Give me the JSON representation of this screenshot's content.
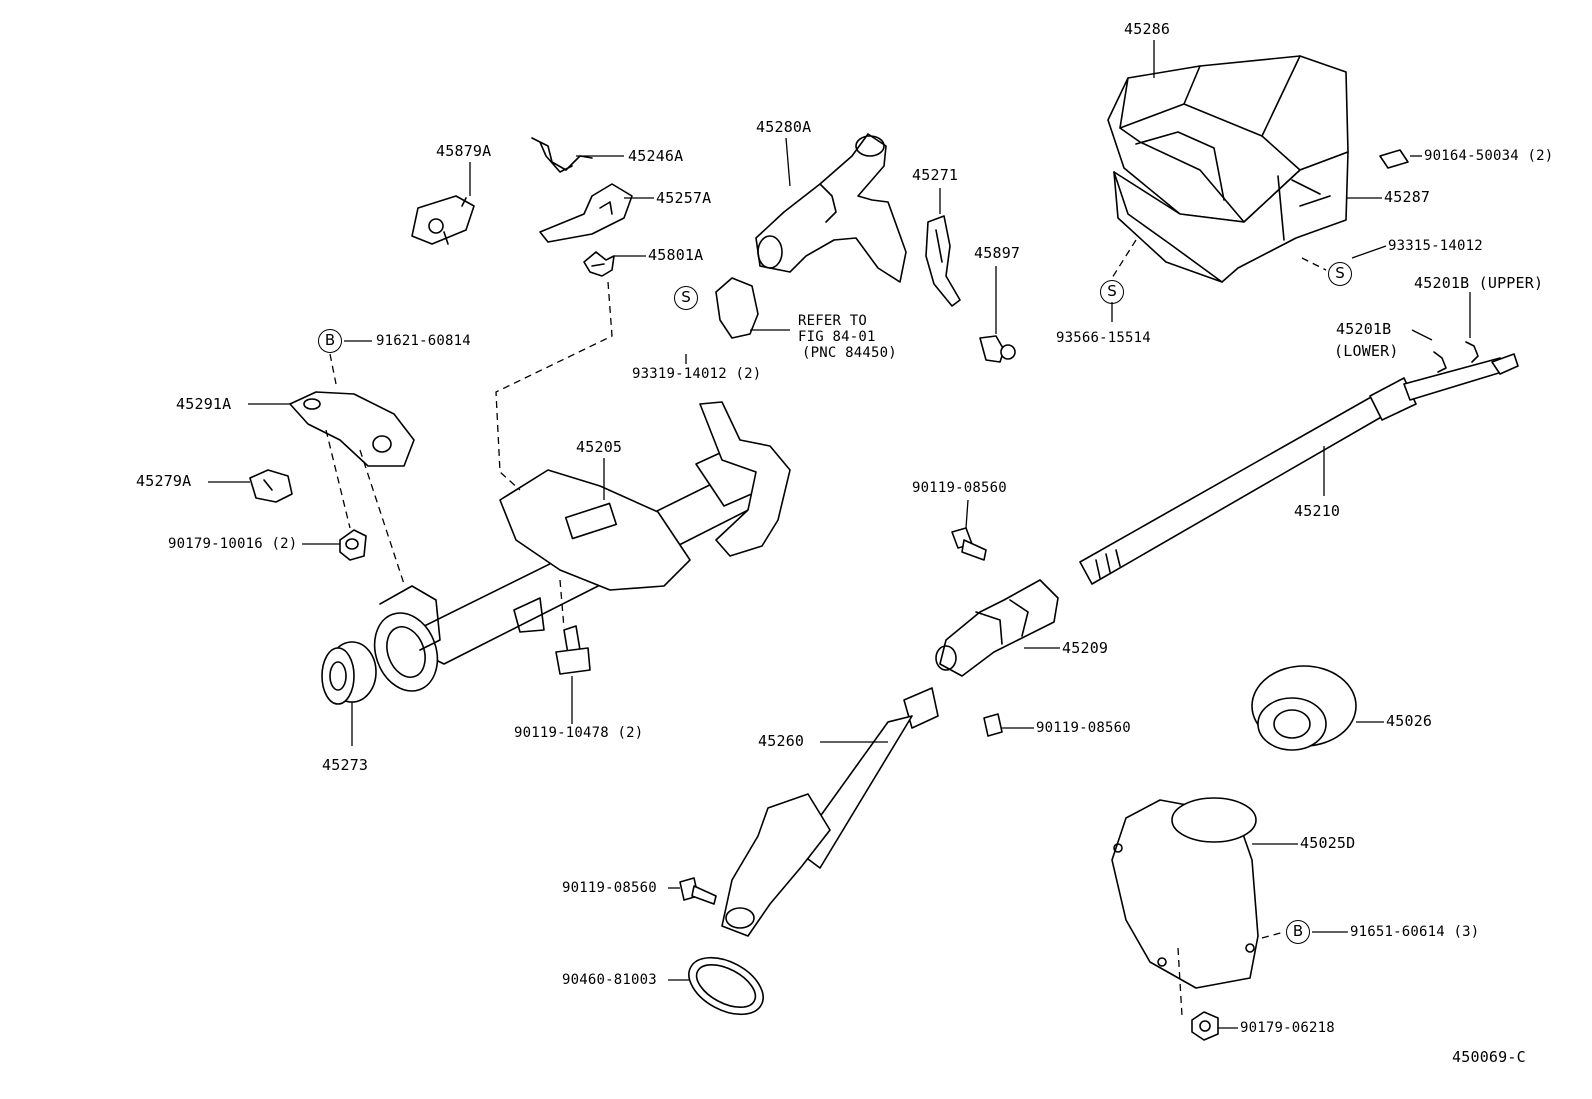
{
  "diagram": {
    "code": "450069-C",
    "parts": {
      "p45286": "45286",
      "p90164": "90164-50034 (2)",
      "p45287": "45287",
      "p93315": "93315-14012",
      "p45201b_upper": "45201B (UPPER)",
      "p45201b_lower_num": "45201B",
      "p45201b_lower_txt": "(LOWER)",
      "p93566": "93566-15514",
      "p45879a": "45879A",
      "p45246a": "45246A",
      "p45257a": "45257A",
      "p45801a": "45801A",
      "p45280a": "45280A",
      "p45271": "45271",
      "p45897": "45897",
      "refer1": "REFER TO",
      "refer2": "FIG 84-01",
      "refer3": "(PNC 84450)",
      "p93319": "93319-14012 (2)",
      "p91621": "91621-60814",
      "p45291a": "45291A",
      "p45279a": "45279A",
      "p90179_10016": "90179-10016 (2)",
      "p45205": "45205",
      "p45273": "45273",
      "p90119_10478": "90119-10478 (2)",
      "p90119_08560_top": "90119-08560",
      "p45210": "45210",
      "p45209": "45209",
      "p90119_08560_mid": "90119-08560",
      "p45260": "45260",
      "p90119_08560_low": "90119-08560",
      "p90460": "90460-81003",
      "p45026": "45026",
      "p45025d": "45025D",
      "p91651": "91651-60614 (3)",
      "p90179_06218": "90179-06218"
    },
    "markers": {
      "s": "S",
      "b": "B"
    }
  }
}
